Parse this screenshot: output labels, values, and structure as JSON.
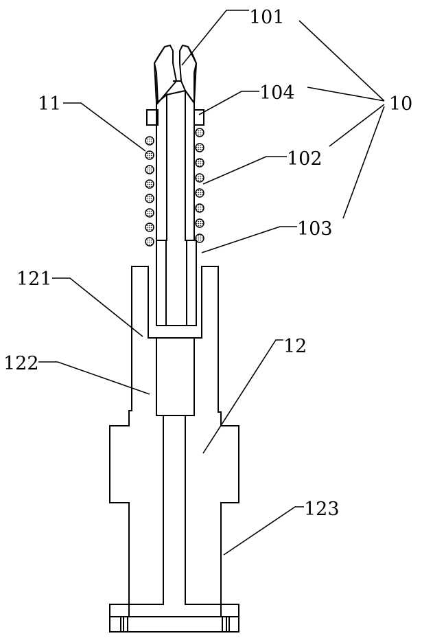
{
  "labels": {
    "l101": "101",
    "l104": "104",
    "l10": "10",
    "l11": "11",
    "l102": "102",
    "l103": "103",
    "l121": "121",
    "l122": "122",
    "l12": "12",
    "l123": "123"
  }
}
